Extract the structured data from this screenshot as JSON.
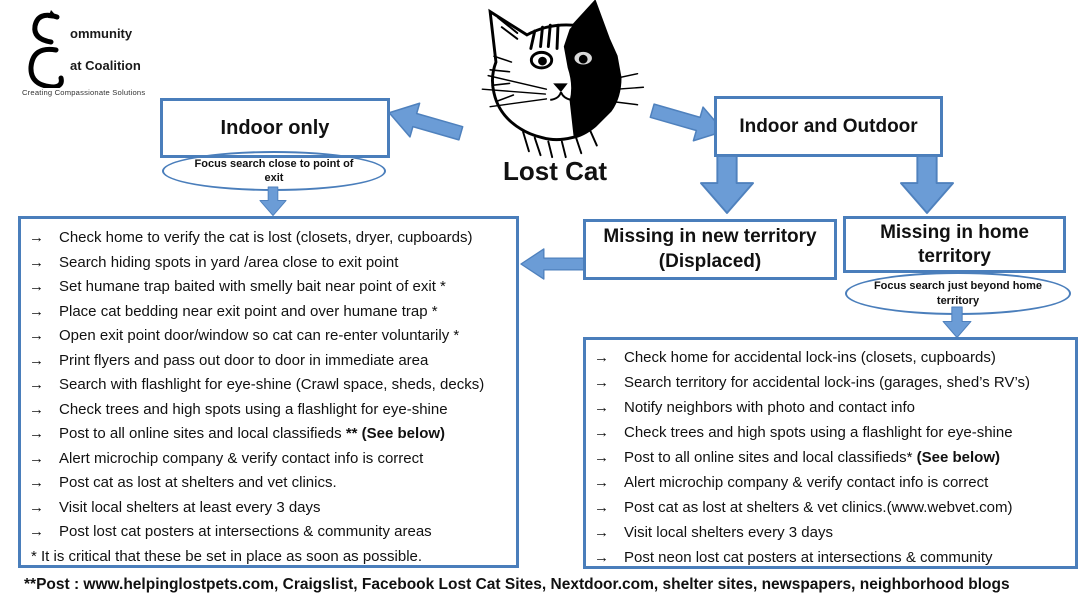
{
  "logo": {
    "word_top": "ommunity",
    "word_bottom": "at Coalition",
    "tagline": "Creating Compassionate Solutions"
  },
  "cat": {
    "caption": "Lost Cat"
  },
  "icons": {
    "arrow_bullet": "→"
  },
  "nodes": {
    "indoor_only": {
      "label": "Indoor only"
    },
    "indoor_outdoor": {
      "label": "Indoor and Outdoor"
    },
    "displaced": {
      "line1": "Missing in new territory",
      "line2": "(Displaced)"
    },
    "home_territory": {
      "label": "Missing in home territory"
    },
    "focus_exit": {
      "label": "Focus search close to point of exit"
    },
    "focus_home": {
      "label": "Focus search just beyond home territory"
    }
  },
  "left_list": {
    "items": [
      {
        "text": "Check home to verify the cat is lost (closets, dryer, cupboards)",
        "bold": ""
      },
      {
        "text": "Search hiding spots in yard /area  close to exit point",
        "bold": ""
      },
      {
        "text": "Set humane trap baited with smelly bait near point of exit *",
        "bold": ""
      },
      {
        "text": "Place cat bedding near exit point and over humane trap *",
        "bold": ""
      },
      {
        "text": "Open exit point door/window so cat can re-enter  voluntarily *",
        "bold": ""
      },
      {
        "text": "Print flyers and pass out door to door in immediate area",
        "bold": ""
      },
      {
        "text": "Search with flashlight for eye-shine (Crawl space, sheds, decks)",
        "bold": ""
      },
      {
        "text": "Check trees and high spots using a flashlight for eye-shine",
        "bold": ""
      },
      {
        "text": "Post to all online sites and local classifieds ",
        "bold": "** (See below)"
      },
      {
        "text": "Alert microchip company & verify contact info is correct",
        "bold": ""
      },
      {
        "text": "Post cat as lost at shelters and vet clinics.",
        "bold": ""
      },
      {
        "text": "Visit local shelters at least every 3 days",
        "bold": ""
      },
      {
        "text": "Post lost cat posters at intersections & community areas",
        "bold": ""
      }
    ],
    "footnote": "* It is critical that these be set in place as soon as possible."
  },
  "right_list": {
    "items": [
      {
        "text": "Check home for accidental lock-ins (closets, cupboards)",
        "bold": ""
      },
      {
        "text": "Search territory for accidental lock-ins (garages, shed’s RV’s)",
        "bold": ""
      },
      {
        "text": "Notify neighbors with photo and contact info",
        "bold": ""
      },
      {
        "text": "Check trees and high spots using a flashlight for eye-shine",
        "bold": ""
      },
      {
        "text": "Post to all online sites and local classifieds* ",
        "bold": "(See below)"
      },
      {
        "text": "Alert microchip company & verify contact info is correct",
        "bold": ""
      },
      {
        "text": "Post cat as lost at shelters & vet clinics.(www.webvet.com)",
        "bold": ""
      },
      {
        "text": "Visit local shelters every 3 days",
        "bold": ""
      },
      {
        "text": "Post neon lost cat posters at intersections & community",
        "bold": ""
      }
    ]
  },
  "footer": {
    "text": "**Post : www.helpinglostpets.com,  Craigslist,  Facebook Lost Cat Sites,  Nextdoor.com,  shelter sites,  newspapers,  neighborhood  blogs"
  },
  "colors": {
    "arrow_fill": "#6B9CD6",
    "arrow_stroke": "#4F81BD",
    "box_border": "#4A7EBB",
    "text": "#111111"
  }
}
